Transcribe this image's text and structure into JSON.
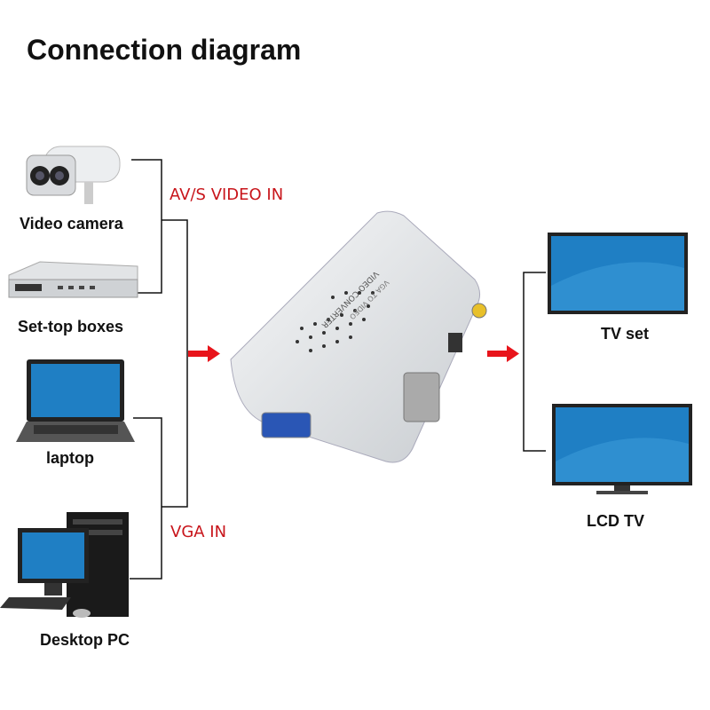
{
  "title": "Connection diagram",
  "inputs": {
    "av_label": "AV/S VIDEO IN",
    "vga_label": "VGA IN",
    "devices": [
      {
        "label": "Video camera",
        "icon": "security-camera-icon"
      },
      {
        "label": "Set-top boxes",
        "icon": "set-top-box-icon"
      },
      {
        "label": "laptop",
        "icon": "laptop-icon"
      },
      {
        "label": "Desktop PC",
        "icon": "desktop-pc-icon"
      }
    ]
  },
  "converter": {
    "line1": "VIDEO CONVERTER",
    "line2": "VGA TO VIDEO"
  },
  "outputs": {
    "devices": [
      {
        "label": "TV set",
        "icon": "tv-icon"
      },
      {
        "label": "LCD TV",
        "icon": "lcd-tv-icon"
      }
    ]
  },
  "colors": {
    "arrow": "#e8141b",
    "label_red": "#c8151b",
    "screen": "#1f7fc4"
  }
}
